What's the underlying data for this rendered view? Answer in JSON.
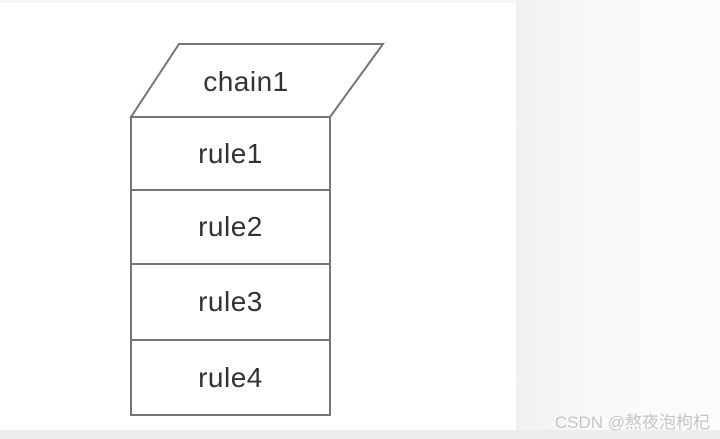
{
  "diagram": {
    "chain": {
      "label": "chain1",
      "shape": "parallelogram"
    },
    "rules": [
      {
        "label": "rule1"
      },
      {
        "label": "rule2"
      },
      {
        "label": "rule3"
      },
      {
        "label": "rule4"
      }
    ],
    "colors": {
      "shape_border": "#757575",
      "shape_fill": "#ffffff",
      "label_text": "#333333"
    }
  },
  "watermark": {
    "text": "CSDN @熬夜泡枸杞",
    "color": "#c6c4c2"
  }
}
